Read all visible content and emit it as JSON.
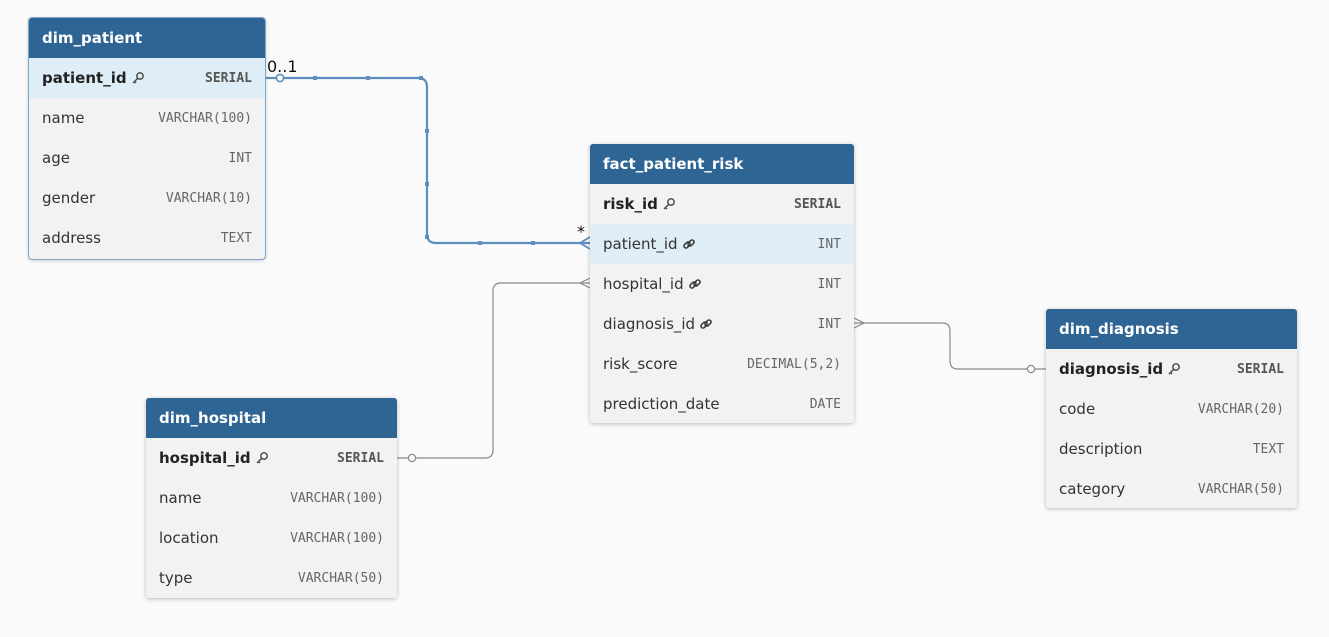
{
  "tables": {
    "dim_patient": {
      "title": "dim_patient",
      "rows": [
        {
          "name": "patient_id",
          "type": "SERIAL",
          "icon": "key-icon"
        },
        {
          "name": "name",
          "type": "VARCHAR(100)"
        },
        {
          "name": "age",
          "type": "INT"
        },
        {
          "name": "gender",
          "type": "VARCHAR(10)"
        },
        {
          "name": "address",
          "type": "TEXT"
        }
      ]
    },
    "fact_patient_risk": {
      "title": "fact_patient_risk",
      "rows": [
        {
          "name": "risk_id",
          "type": "SERIAL",
          "icon": "key-icon"
        },
        {
          "name": "patient_id",
          "type": "INT",
          "icon": "link-icon"
        },
        {
          "name": "hospital_id",
          "type": "INT",
          "icon": "link-icon"
        },
        {
          "name": "diagnosis_id",
          "type": "INT",
          "icon": "link-icon"
        },
        {
          "name": "risk_score",
          "type": "DECIMAL(5,2)"
        },
        {
          "name": "prediction_date",
          "type": "DATE"
        }
      ]
    },
    "dim_hospital": {
      "title": "dim_hospital",
      "rows": [
        {
          "name": "hospital_id",
          "type": "SERIAL",
          "icon": "key-icon"
        },
        {
          "name": "name",
          "type": "VARCHAR(100)"
        },
        {
          "name": "location",
          "type": "VARCHAR(100)"
        },
        {
          "name": "type",
          "type": "VARCHAR(50)"
        }
      ]
    },
    "dim_diagnosis": {
      "title": "dim_diagnosis",
      "rows": [
        {
          "name": "diagnosis_id",
          "type": "SERIAL",
          "icon": "key-icon"
        },
        {
          "name": "code",
          "type": "VARCHAR(20)"
        },
        {
          "name": "description",
          "type": "TEXT"
        },
        {
          "name": "category",
          "type": "VARCHAR(50)"
        }
      ]
    }
  },
  "relationships": [
    {
      "from": "dim_patient.patient_id",
      "to": "fact_patient_risk.patient_id",
      "from_cardinality": "0..1",
      "to_cardinality": "*",
      "selected": true
    },
    {
      "from": "dim_hospital.hospital_id",
      "to": "fact_patient_risk.hospital_id",
      "from_cardinality": "",
      "to_cardinality": "",
      "selected": false
    },
    {
      "from": "dim_diagnosis.diagnosis_id",
      "to": "fact_patient_risk.diagnosis_id",
      "from_cardinality": "",
      "to_cardinality": "",
      "selected": false
    }
  ],
  "colors": {
    "header": "#2f6594",
    "highlight_row": "#dfedf6",
    "selected_line": "#5b8fc0",
    "line": "#8a8a8a",
    "background": "#fafafa"
  }
}
